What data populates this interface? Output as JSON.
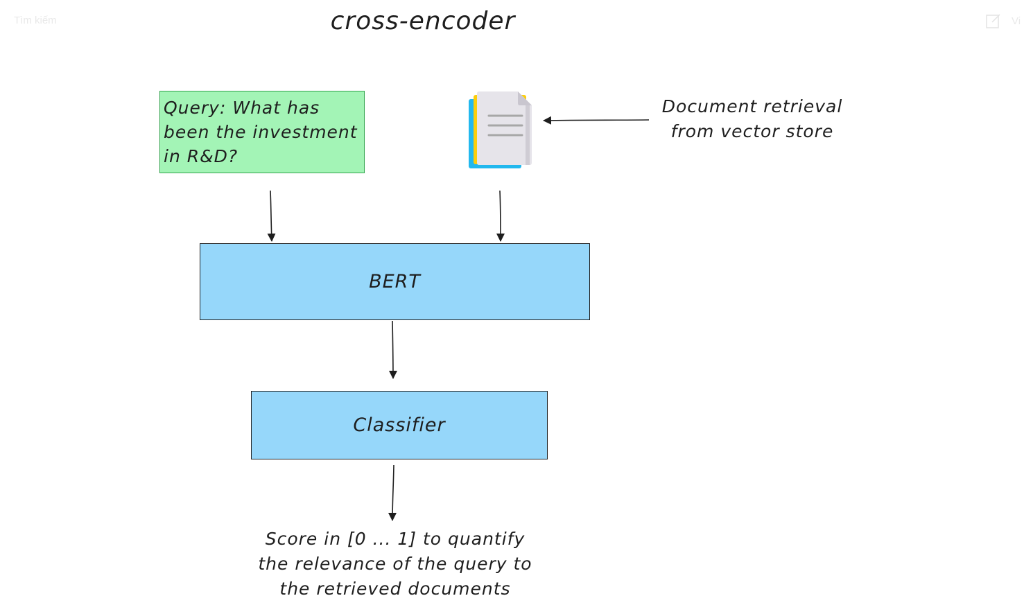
{
  "ghost_ui": {
    "search_placeholder": "Tìm kiếm",
    "edit_label": "Vi"
  },
  "diagram": {
    "title": "cross-encoder",
    "query_box": "Query: What has\nbeen the investment\nin R&D?",
    "document_label": "Document retrieval\nfrom vector store",
    "bert_label": "BERT",
    "classifier_label": "Classifier",
    "output_label": "Score in [0 ... 1] to quantify\nthe relevance of the query to\nthe retrieved documents",
    "colors": {
      "query_fill": "#a3f4b6",
      "query_stroke": "#2fa34b",
      "block_fill": "#96d7fa",
      "stroke": "#1e1e1e",
      "doc_page": "#e6e4ea",
      "doc_blue": "#22b8ee",
      "doc_yellow": "#fcce0a"
    },
    "icons": [
      "document-stack-icon",
      "edit-icon"
    ]
  }
}
